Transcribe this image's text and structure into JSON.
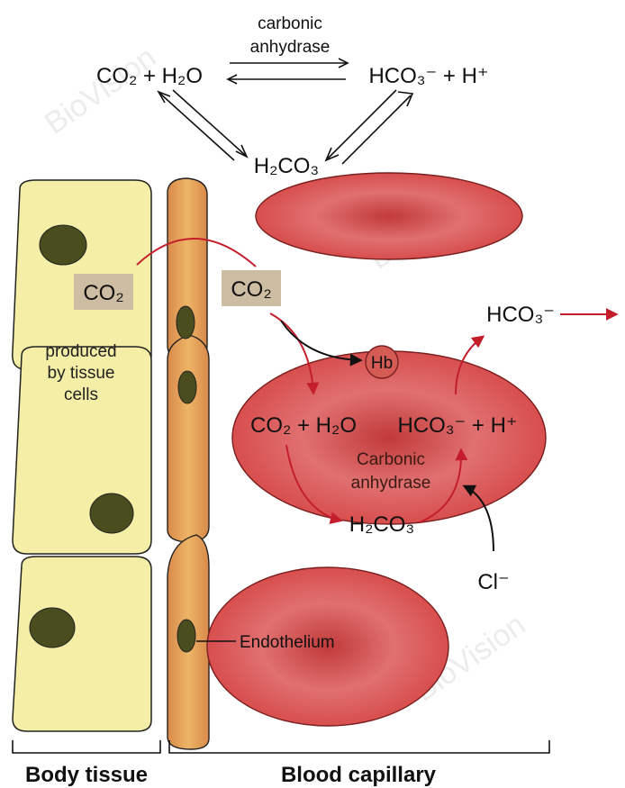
{
  "top_equation": {
    "left": "CO₂ + H₂O",
    "right": "HCO₃⁻ + H⁺",
    "enzyme_line1": "carbonic",
    "enzyme_line2": "anhydrase",
    "middle": "H₂CO₃"
  },
  "tissue": {
    "co2_label": "CO₂",
    "produced_line1": "produced",
    "produced_line2": "by tissue",
    "produced_line3": "cells"
  },
  "capillary": {
    "co2_label": "CO₂",
    "hb_label": "Hb",
    "reaction_left": "CO₂ + H₂O",
    "reaction_right": "HCO₃⁻ + H⁺",
    "enzyme_line1": "Carbonic",
    "enzyme_line2": "anhydrase",
    "carbonic_acid": "H₂CO₃",
    "bicarbonate_out": "HCO₃⁻",
    "chloride_in": "Cl⁻",
    "endothelium_label": "Endothelium"
  },
  "bottom_labels": {
    "body_tissue": "Body tissue",
    "blood_capillary": "Blood capillary"
  },
  "watermark": {
    "brand": "BioVision"
  },
  "colors": {
    "tissue_fill": "#f4eea6",
    "nucleus_fill": "#4a4d1e",
    "endothelium_fill": "#e3a857",
    "rbc_edge": "#df6e6e",
    "rbc_center": "#c23f3f",
    "arrow_red": "#c41e2d",
    "co2_box": "#cdbda2"
  }
}
